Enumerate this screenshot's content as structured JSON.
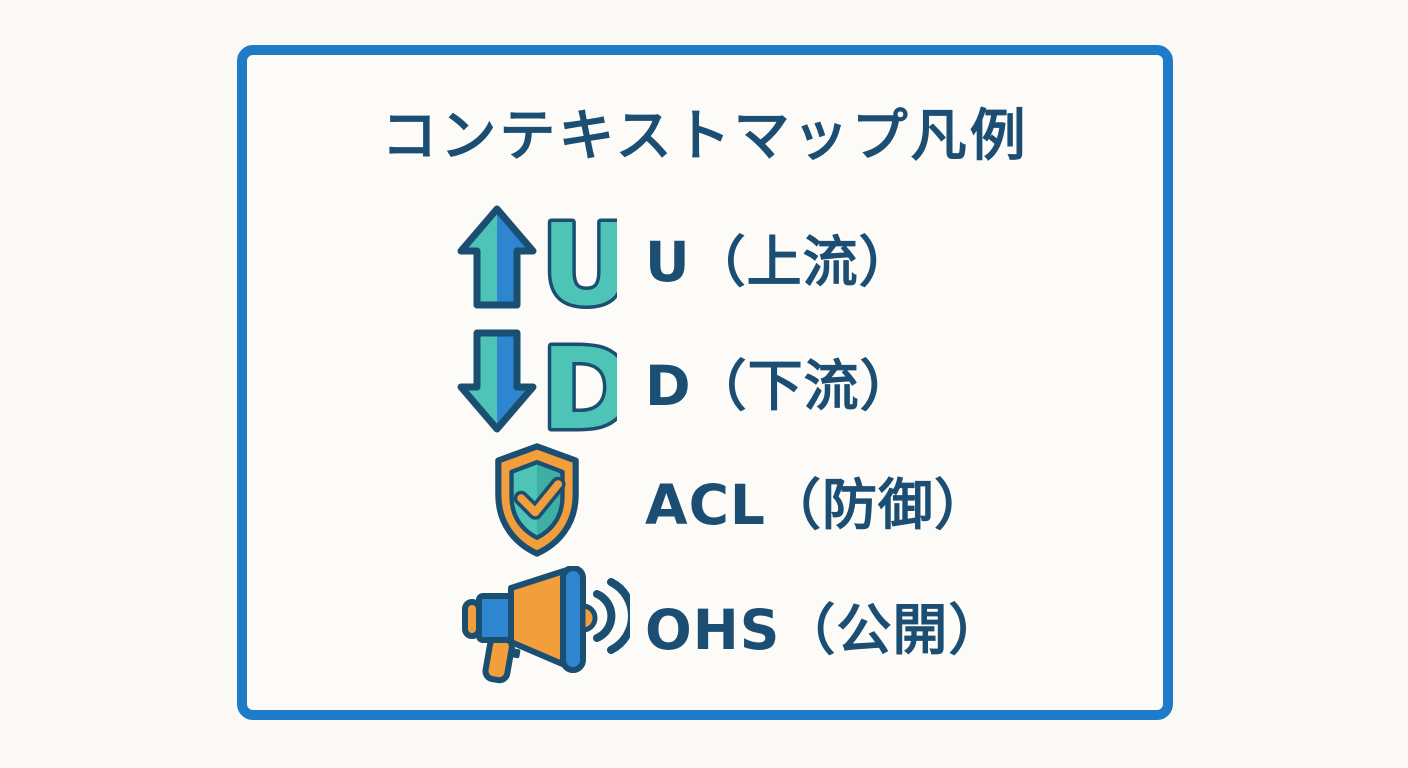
{
  "title": "コンテキストマップ凡例",
  "colors": {
    "border_blue": "#1E7BC8",
    "navy": "#1B4F72",
    "teal": "#4EC4B6",
    "teal_dark": "#3FAEA3",
    "blue": "#2E86D0",
    "orange": "#F29E3C",
    "background": "#FAF9F5"
  },
  "legend": {
    "items": [
      {
        "id": "upstream",
        "icon": "up-arrow-u-icon",
        "symbol": "U",
        "label": "U（上流）"
      },
      {
        "id": "downstream",
        "icon": "down-arrow-d-icon",
        "symbol": "D",
        "label": "D（下流）"
      },
      {
        "id": "acl",
        "icon": "shield-check-icon",
        "symbol": "ACL",
        "label": "ACL（防御）"
      },
      {
        "id": "ohs",
        "icon": "megaphone-icon",
        "symbol": "OHS",
        "label": "OHS（公開）"
      }
    ]
  }
}
